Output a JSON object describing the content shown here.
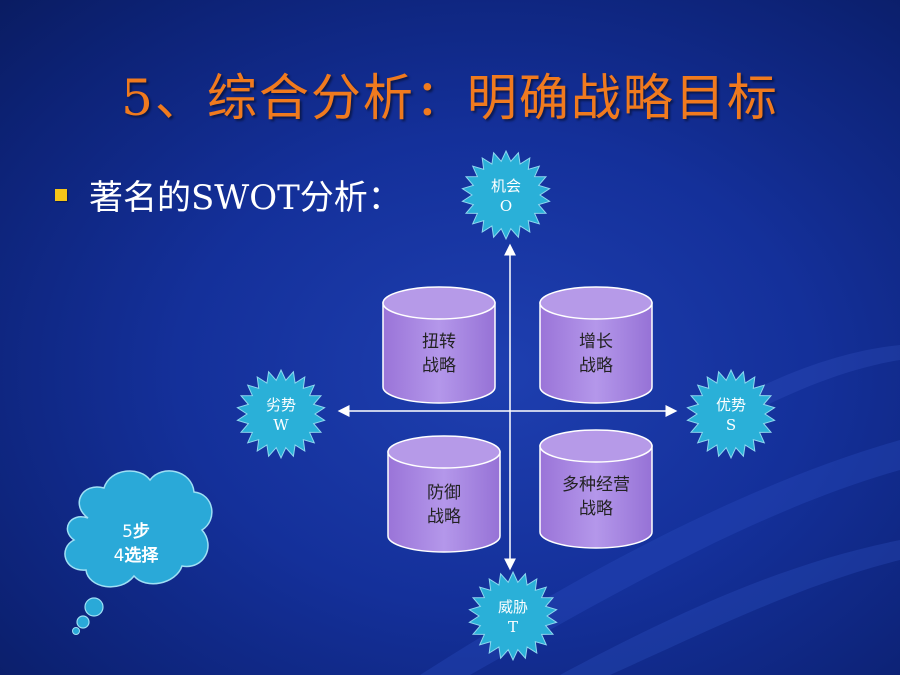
{
  "title": "5、综合分析：明确战略目标",
  "bullet": "著名的SWOT分析：",
  "axes": {
    "top": {
      "line1": "机会",
      "line2": "O"
    },
    "bottom": {
      "line1": "威胁",
      "line2": "T"
    },
    "left": {
      "line1": "劣势",
      "line2": "W"
    },
    "right": {
      "line1": "优势",
      "line2": "S"
    }
  },
  "quadrants": {
    "top_left": {
      "line1": "扭转",
      "line2": "战略"
    },
    "top_right": {
      "line1": "增长",
      "line2": "战略"
    },
    "bottom_left": {
      "line1": "防御",
      "line2": "战略"
    },
    "bottom_right": {
      "line1": "多种经营",
      "line2": "战略"
    }
  },
  "callout": {
    "num1": "5",
    "word1": "步",
    "num2": "4",
    "word2": "选择"
  },
  "colors": {
    "title": "#f07a1e",
    "burst": "#2ab0d8",
    "cylinder": "#a986e0",
    "cloud": "#2aa9d8",
    "bullet": "#f5c518"
  }
}
